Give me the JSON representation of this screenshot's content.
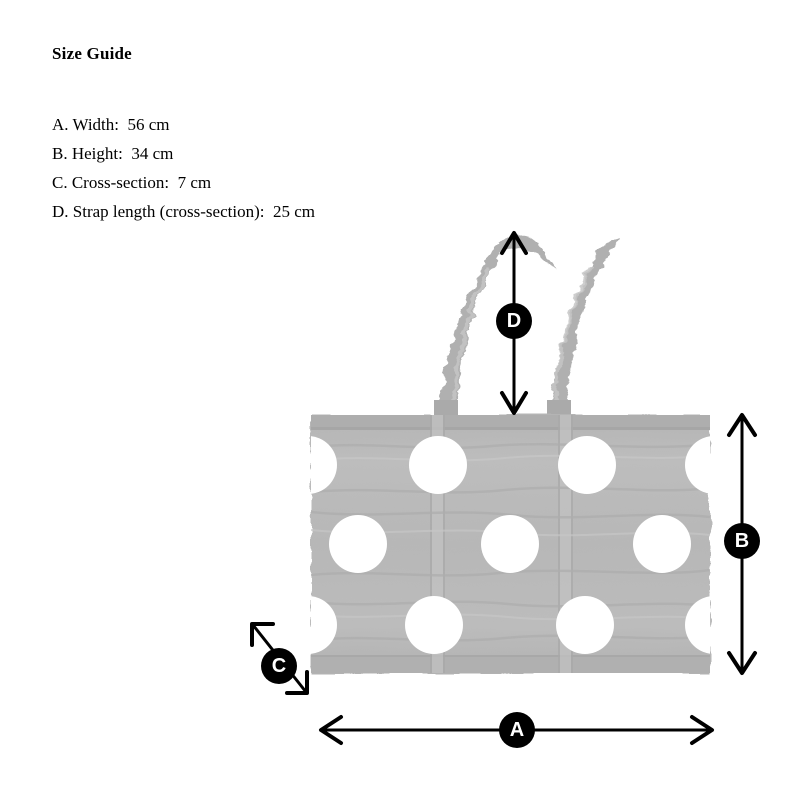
{
  "page": {
    "title": "Size Guide",
    "background_color": "#ffffff",
    "text_color": "#000000"
  },
  "specs": [
    {
      "key": "A",
      "label": "A. Width:",
      "value": "56 cm",
      "badge": "A",
      "measure": "Width",
      "amount": "56",
      "unit": "cm"
    },
    {
      "key": "B",
      "label": "B. Height:",
      "value": "34 cm",
      "badge": "B",
      "measure": "Height",
      "amount": "34",
      "unit": "cm"
    },
    {
      "key": "C",
      "label": "C. Cross-section:",
      "value": "7 cm",
      "badge": "C",
      "measure": "Cross-section",
      "amount": "7",
      "unit": "cm"
    },
    {
      "key": "D",
      "label": "D. Strap length (cross-section):",
      "value": "25 cm",
      "badge": "D",
      "measure": "Strap length (cross-section)",
      "amount": "25",
      "unit": "cm"
    }
  ],
  "badges": {
    "a": "A",
    "b": "B",
    "c": "C",
    "d": "D"
  },
  "product": {
    "name": "polka-dot-tote-bag",
    "body_color": "#b9b9b9",
    "body_shade_color": "#ababab",
    "dot_color": "#ffffff",
    "strap_color": "#b3b3b3",
    "dot_rows": 3,
    "dot_columns": 4
  },
  "arrows": {
    "color": "#000000",
    "width_arrow": "horizontal-double-headed",
    "height_arrow": "vertical-double-headed",
    "cross_section_arrow": "diagonal-double-headed",
    "strap_arrow": "vertical-double-headed"
  },
  "icons": {
    "arrow_a": "double-arrow-horizontal-icon",
    "arrow_b": "double-arrow-vertical-icon",
    "arrow_c": "double-arrow-diagonal-icon",
    "arrow_d": "double-arrow-vertical-icon"
  }
}
